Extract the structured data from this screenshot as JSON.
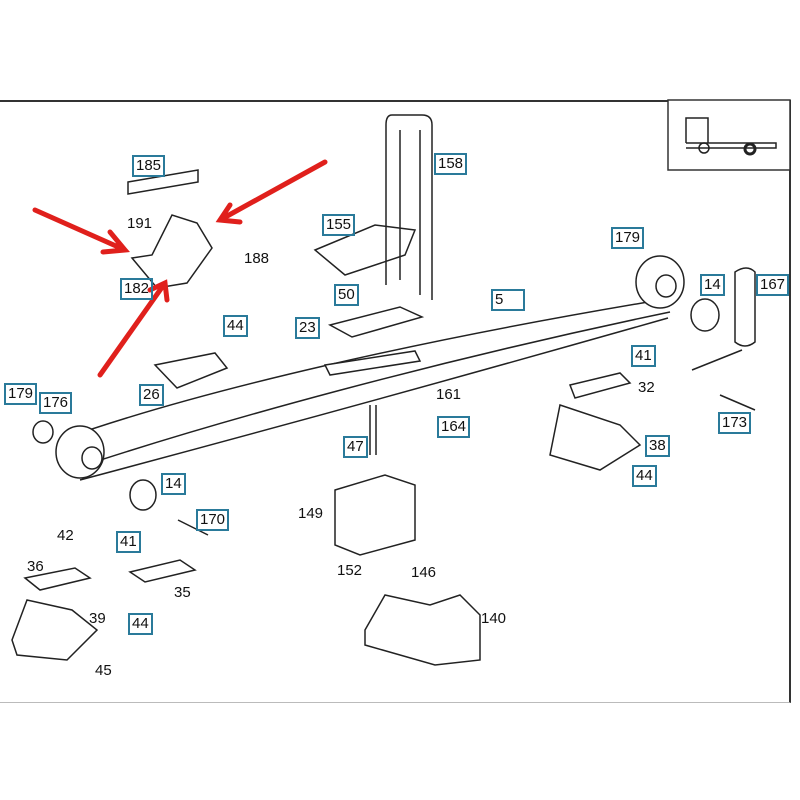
{
  "diagram": {
    "labels": {
      "l185": "185",
      "l191": "191",
      "l188": "188",
      "l182": "182",
      "l44a": "44",
      "l26": "26",
      "l158": "158",
      "l155": "155",
      "l50": "50",
      "l23": "23",
      "l5": "5",
      "l179a": "179",
      "l14a": "14",
      "l167": "167",
      "l41a": "41",
      "l32": "32",
      "l161": "161",
      "l164": "164",
      "l47": "47",
      "l38": "38",
      "l44b": "44",
      "l173": "173",
      "l179b": "179",
      "l176": "176",
      "l14b": "14",
      "l170": "170",
      "l149": "149",
      "l42": "42",
      "l41b": "41",
      "l36": "36",
      "l35": "35",
      "l39": "39",
      "l44c": "44",
      "l45": "45",
      "l152": "152",
      "l146": "146",
      "l140": "140"
    },
    "highlight_color": "#e0201c",
    "label_box_color": "#2a7a9a",
    "inset_icon": "truck-rear-axle-icon"
  }
}
